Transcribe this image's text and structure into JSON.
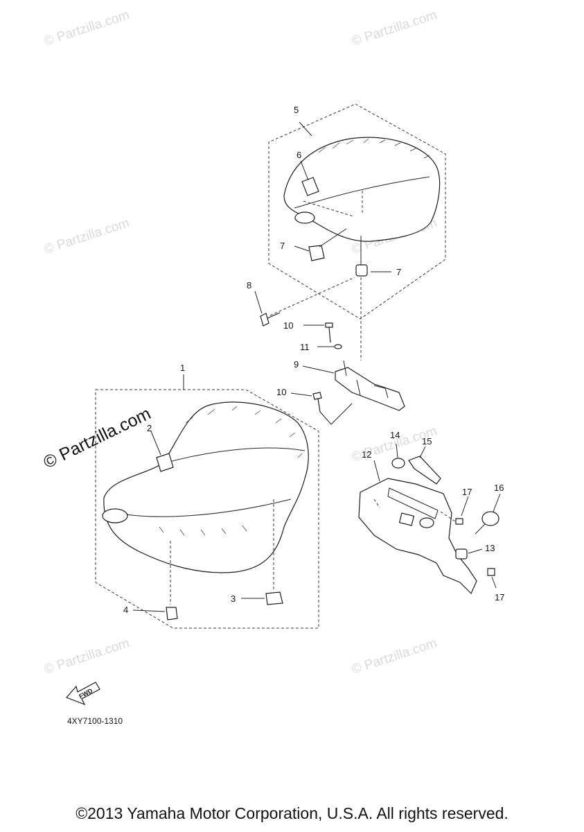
{
  "watermark": {
    "small": "© Partzilla.com",
    "large": "© Partzilla.com"
  },
  "callouts": {
    "c1": "1",
    "c2": "2",
    "c3": "3",
    "c4": "4",
    "c5": "5",
    "c6": "6",
    "c7a": "7",
    "c7b": "7",
    "c8": "8",
    "c9": "9",
    "c10a": "10",
    "c10b": "10",
    "c11": "11",
    "c12": "12",
    "c13": "13",
    "c14": "14",
    "c15": "15",
    "c16": "16",
    "c17a": "17",
    "c17b": "17"
  },
  "fwd_label": "FWD",
  "diagram_code": "4XY7100-1310",
  "copyright": "©2013 Yamaha Motor Corporation, U.S.A. All rights reserved."
}
